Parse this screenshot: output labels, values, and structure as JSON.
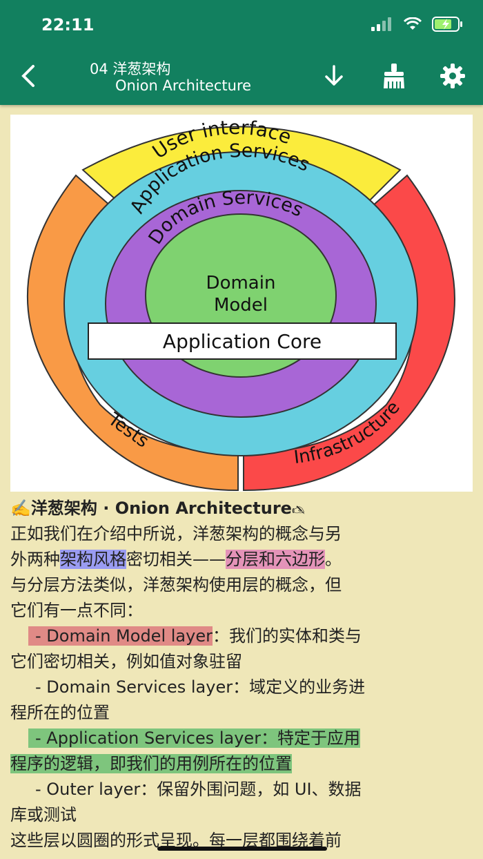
{
  "status_bar": {
    "time": "22:11"
  },
  "toolbar": {
    "title_line1": "04 洋葱架构",
    "title_line2": "Onion Architecture"
  },
  "diagram": {
    "ring_user_interface": "User interface",
    "ring_application_services": "Application Services",
    "ring_domain_services": "Domain Services",
    "core_line1": "Domain",
    "core_line2": "Model",
    "application_core": "Application Core",
    "tests": "Tests",
    "infrastructure": "Infrastructure",
    "colors": {
      "user_interface": "#fbec3c",
      "tests": "#f99a46",
      "infrastructure": "#fb4949",
      "application_services": "#66cfe0",
      "domain_services": "#a866d6",
      "domain_model": "#7fd270"
    }
  },
  "article": {
    "heading_prefix": "✍️",
    "heading": "洋葱架构 · Onion Architecture",
    "heading_suffix": "🖎",
    "p1_a": "正如我们在介绍中所说，洋葱架构的概念与另",
    "p1_b": "外两种",
    "p1_hl1": "架构风格",
    "p1_c": "密切相关——",
    "p1_hl2": "分层和六边形",
    "p1_d": "。",
    "p1_e": "与分层方法类似，洋葱架构使用层的概念，但",
    "p1_f": "它们有一点不同：",
    "b1_hl": "- Domain Model layer",
    "b1_a": "：我们的实体和类与",
    "b1_b": "它们密切相关，例如值对象驻留",
    "b2_a": "- Domain Services layer：域定义的业务进",
    "b2_b": "程所在的位置",
    "b3_hl": "- Application Services layer",
    "b3_a": "：特定于应用",
    "b3_b": "程序的逻辑，即我们的用例所在的位置",
    "b4_a": "- Outer layer：保留外围问题，如 UI、数据",
    "b4_b": "库或测试",
    "p2_a": "这些层以圆圈的形式呈现。每一层都围绕着前"
  }
}
